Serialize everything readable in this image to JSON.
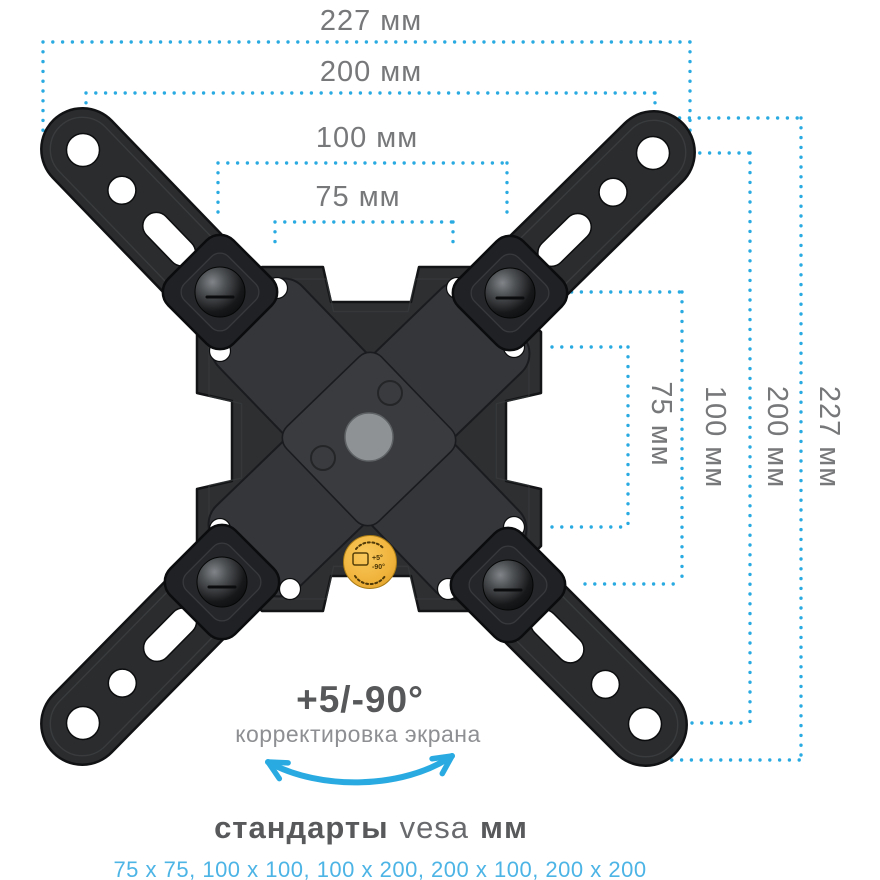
{
  "colors": {
    "accent": "#29abe2",
    "list_accent": "#4db4e6",
    "dim_label": "#77787a",
    "heading": "#58595b",
    "caption": "#8d8f92",
    "sticker_gold": "#f0b33c",
    "bracket_body": "#2b2d2f"
  },
  "dimensions": {
    "horizontal": [
      {
        "value": 227,
        "unit": "мм",
        "label": "227 мм"
      },
      {
        "value": 200,
        "unit": "мм",
        "label": "200 мм"
      },
      {
        "value": 100,
        "unit": "мм",
        "label": "100 мм"
      },
      {
        "value": 75,
        "unit": "мм",
        "label": "75 мм"
      }
    ],
    "vertical": [
      {
        "value": 75,
        "unit": "мм",
        "label": "75 мм"
      },
      {
        "value": 100,
        "unit": "мм",
        "label": "100 мм"
      },
      {
        "value": 200,
        "unit": "мм",
        "label": "200 мм"
      },
      {
        "value": 227,
        "unit": "мм",
        "label": "227 мм"
      }
    ]
  },
  "rotation": {
    "range": "+5/-90°",
    "caption": "корректировка экрана"
  },
  "vesa": {
    "word_standards": "стандарты",
    "word_brand": "vesa",
    "word_unit": "мм",
    "standards_list": "75 x 75, 100 x 100, 100 x 200, 200 x 100, 200 x 200"
  },
  "sticker": {
    "value_top": "+5°",
    "value_bottom": "-90°"
  }
}
